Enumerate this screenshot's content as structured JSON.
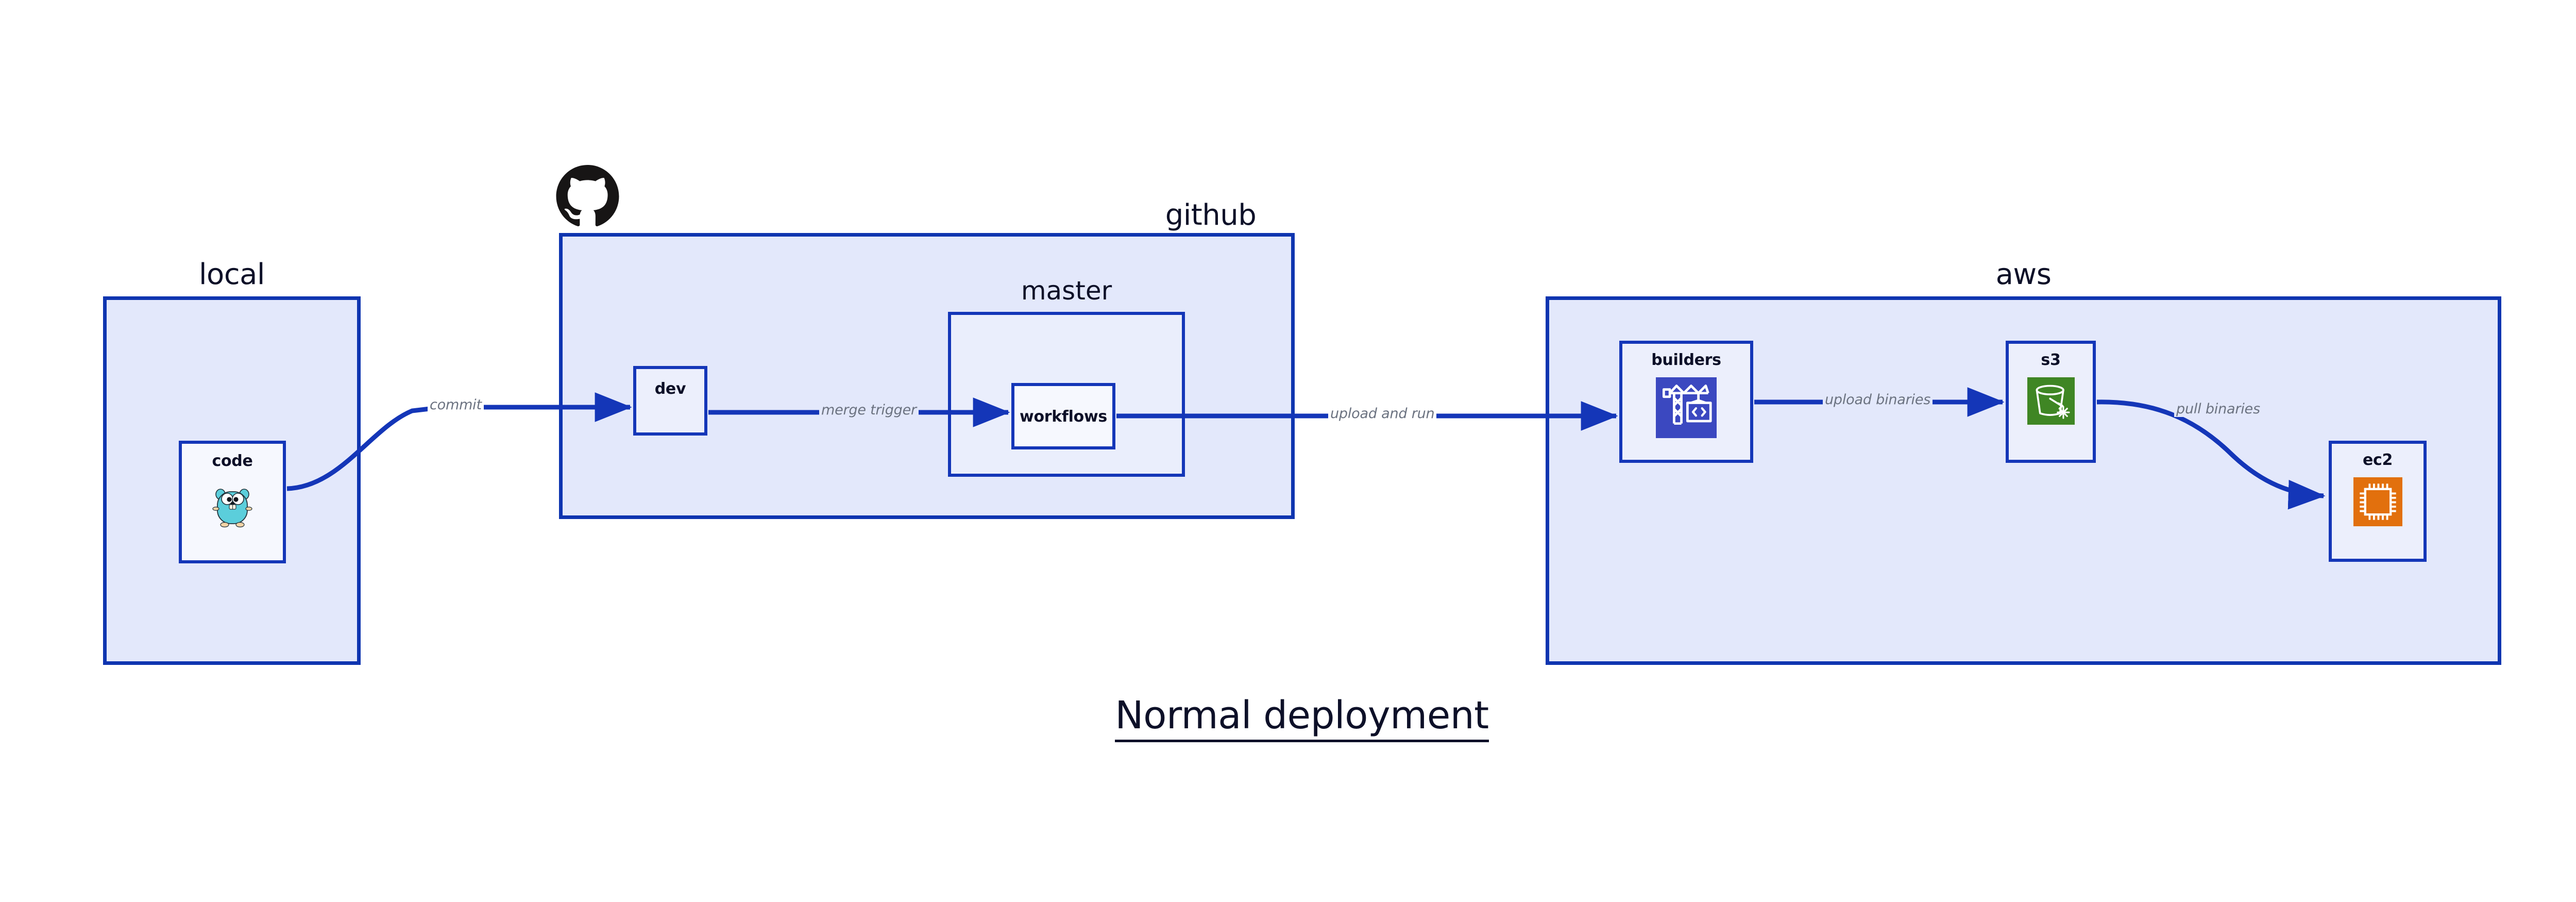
{
  "title": "Normal deployment",
  "colors": {
    "group_fill": "#e3e8fb",
    "group_border": "#0f35b0",
    "node_fill": "#eceffc",
    "node_border": "#1436b8",
    "edge": "#1436b8",
    "edge_label": "#6b7280",
    "text": "#0d1028",
    "builders_icon": "#3b48c0",
    "s3_icon": "#3f8624",
    "ec2_icon": "#e2700d",
    "gopher": "#5bcedb",
    "octocat": "#171515"
  },
  "groups": [
    {
      "id": "local",
      "label": "local"
    },
    {
      "id": "github",
      "label": "github"
    },
    {
      "id": "aws",
      "label": "aws"
    }
  ],
  "subgroups": [
    {
      "id": "master",
      "label": "master",
      "parent": "github"
    }
  ],
  "nodes": [
    {
      "id": "code",
      "label": "code",
      "parent": "local",
      "icon": "gopher-icon"
    },
    {
      "id": "dev",
      "label": "dev",
      "parent": "github",
      "icon": null
    },
    {
      "id": "workflows",
      "label": "workflows",
      "parent": "master",
      "icon": null
    },
    {
      "id": "builders",
      "label": "builders",
      "parent": "aws",
      "icon": "crane-builders-icon"
    },
    {
      "id": "s3",
      "label": "s3",
      "parent": "aws",
      "icon": "s3-bucket-icon"
    },
    {
      "id": "ec2",
      "label": "ec2",
      "parent": "aws",
      "icon": "cpu-chip-icon"
    }
  ],
  "edges": [
    {
      "id": "commit",
      "label": "commit",
      "from": "code",
      "to": "dev"
    },
    {
      "id": "merge-trigger",
      "label": "merge trigger",
      "from": "dev",
      "to": "workflows"
    },
    {
      "id": "upload-and-run",
      "label": "upload and run",
      "from": "workflows",
      "to": "builders"
    },
    {
      "id": "upload-binaries",
      "label": "upload binaries",
      "from": "builders",
      "to": "s3"
    },
    {
      "id": "pull-binaries",
      "label": "pull binaries",
      "from": "s3",
      "to": "ec2"
    }
  ],
  "logos": [
    {
      "id": "github-octocat",
      "name": "github-logo-icon",
      "attached_to": "github"
    }
  ]
}
